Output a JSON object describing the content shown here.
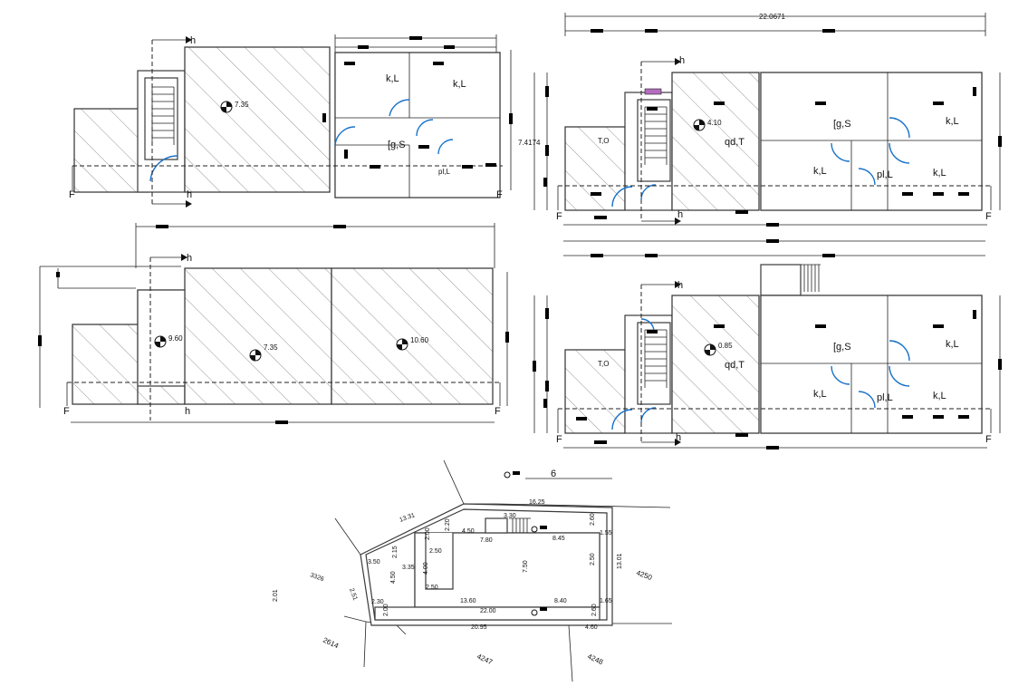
{
  "drawing": {
    "overall_dimension": "22.0671",
    "side_dimension": "7.4174",
    "section_marker": "h",
    "grid_marker": "F",
    "labels": {
      "kitchen": "k,L",
      "living": "[g,S",
      "hall": "qd,T",
      "toilet": "pl,L",
      "store": "T,O"
    },
    "levels": {
      "top_left": "7.35",
      "top_right": "4.10",
      "mid_a": "9.60",
      "mid_b": "7.35",
      "mid_c": "10.60",
      "mid_right": "0.85"
    },
    "site": {
      "north": "6",
      "level": "16.25",
      "neighbours": [
        "3326",
        "4250",
        "2614",
        "4247",
        "4248"
      ],
      "dims": {
        "a": "13.31",
        "b": "2.20",
        "c": "3.30",
        "d": "2.60",
        "e": "4.50",
        "f": "7.80",
        "g": "8.45",
        "h": "1.55",
        "i": "2.15",
        "j": "2.00",
        "k": "2.50",
        "l": "3.50",
        "m": "3.35",
        "n": "4.00",
        "o": "4.50",
        "p": "2.50",
        "q": "7.50",
        "r": "2.50",
        "s": "13.01",
        "t": "13.60",
        "u": "8.40",
        "v": "1.65",
        "w": "22.00",
        "x": "2.30",
        "y": "2.00",
        "z": "2.60",
        "aa": "20.95",
        "ab": "4.60",
        "ac": "2.01",
        "ad": "2.51"
      }
    }
  }
}
